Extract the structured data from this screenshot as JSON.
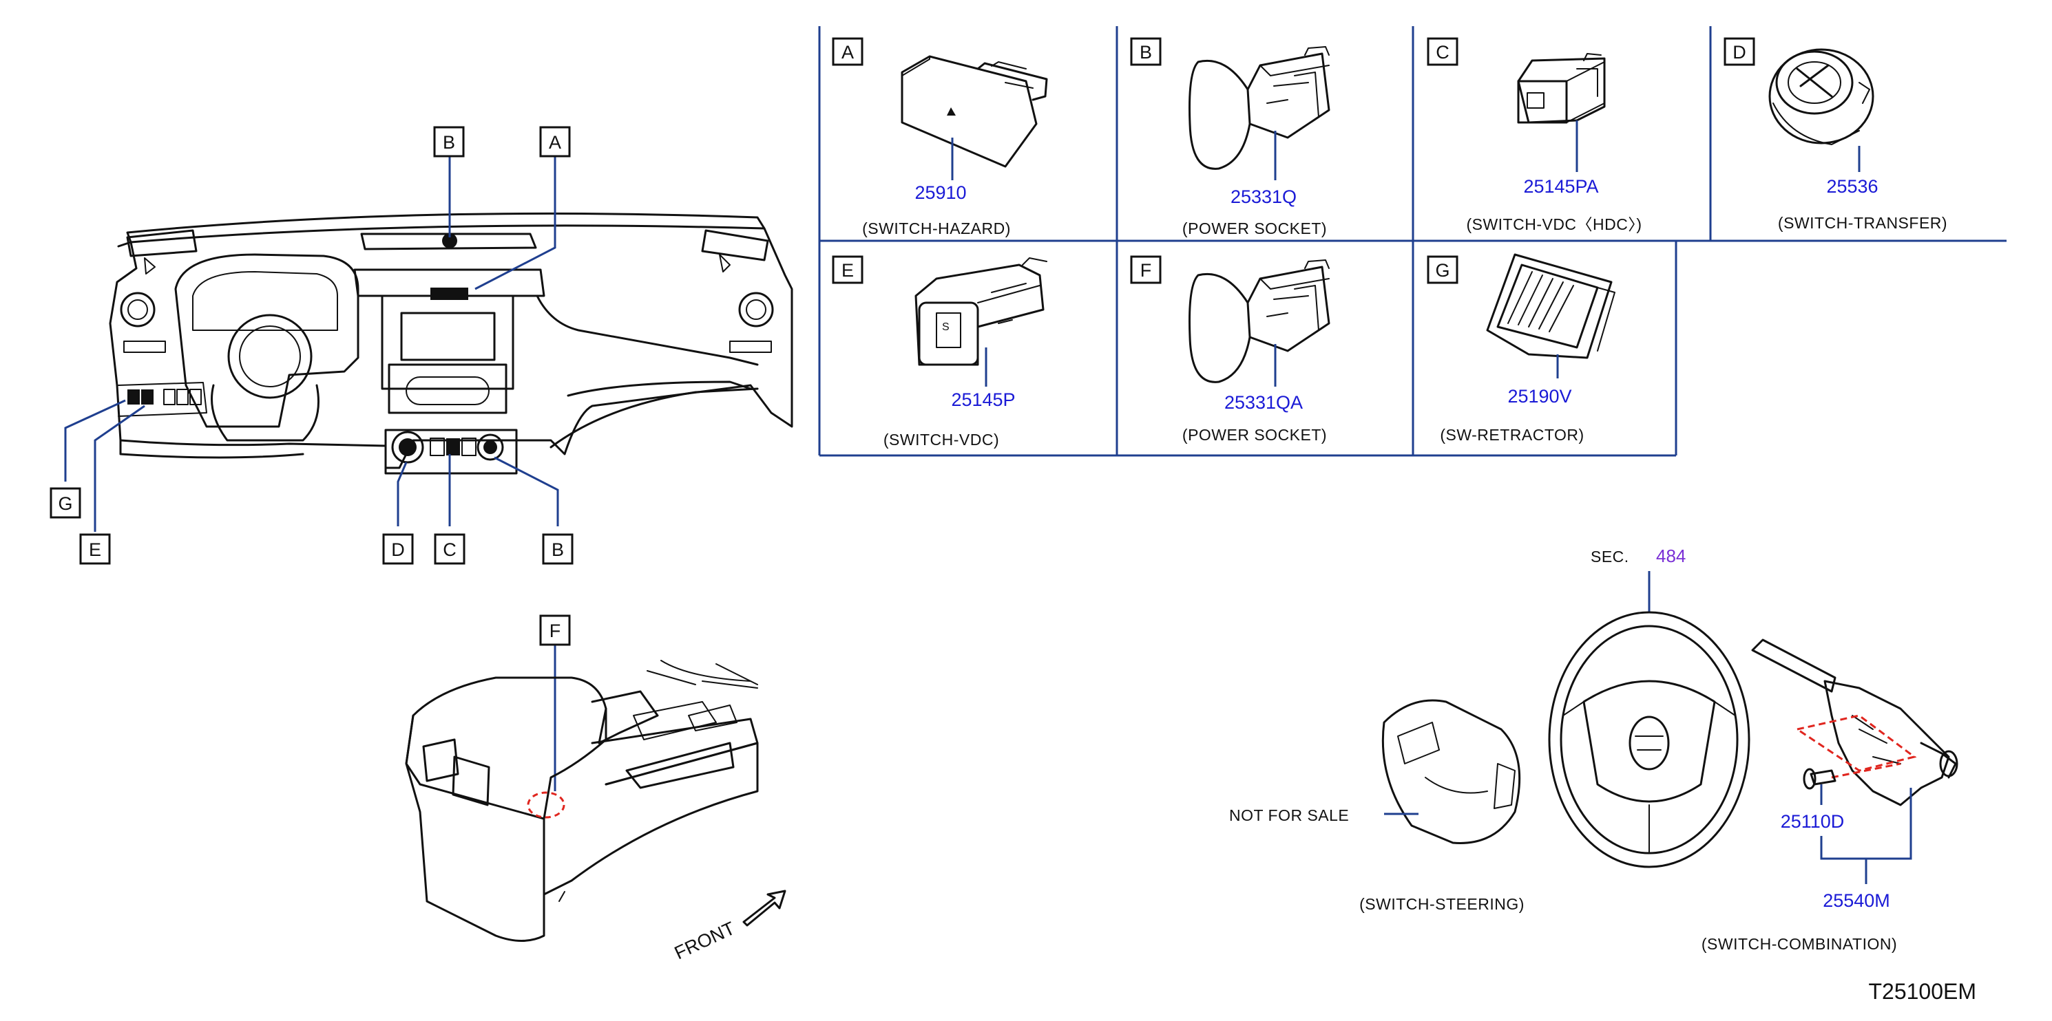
{
  "callouts": {
    "dash_top_b": "B",
    "dash_top_a": "A",
    "dash_g": "G",
    "dash_e": "E",
    "dash_d": "D",
    "dash_c": "C",
    "dash_b2": "B",
    "console_f": "F"
  },
  "panels": [
    {
      "letter": "A",
      "part_no": "25910",
      "description": "(SWITCH-HAZARD)"
    },
    {
      "letter": "B",
      "part_no": "25331Q",
      "description": "(POWER   SOCKET)"
    },
    {
      "letter": "C",
      "part_no": "25145PA",
      "description": "(SWITCH-VDC〈HDC〉)"
    },
    {
      "letter": "D",
      "part_no": "25536",
      "description": "(SWITCH-TRANSFER)"
    },
    {
      "letter": "E",
      "part_no": "25145P",
      "description": "(SWITCH-VDC)"
    },
    {
      "letter": "F",
      "part_no": "25331QA",
      "description": "(POWER   SOCKET)"
    },
    {
      "letter": "G",
      "part_no": "25190V",
      "description": "(SW-RETRACTOR)"
    }
  ],
  "steering": {
    "sec_label": "SEC.",
    "sec_number": "484",
    "not_for_sale": "NOT   FOR   SALE",
    "switch_steering": "(SWITCH-STEERING)",
    "screw_part": "25110D",
    "combo_part": "25540M",
    "switch_combination": "(SWITCH-COMBINATION)"
  },
  "front_label": "FRONT",
  "diagram_code": "T25100EM",
  "colors": {
    "part_number": "#1a1ad6",
    "section_ref": "#7a2fd6",
    "leader_line": "#1f3f8f",
    "highlight": "#e0261f"
  }
}
